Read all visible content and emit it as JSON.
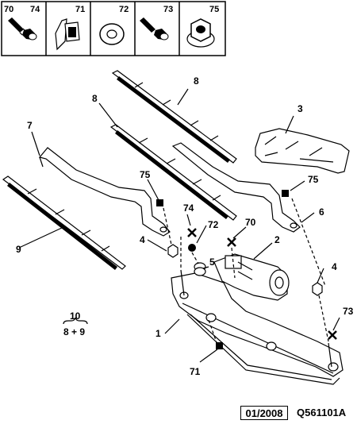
{
  "parts_table": {
    "cells": [
      {
        "a": "70",
        "b": "74",
        "icon": "bolt-icon"
      },
      {
        "a": "",
        "b": "71",
        "icon": "clip-nut-icon"
      },
      {
        "a": "",
        "b": "72",
        "icon": "washer-icon"
      },
      {
        "a": "",
        "b": "73",
        "icon": "bolt-icon"
      },
      {
        "a": "",
        "b": "75",
        "icon": "flange-nut-icon"
      }
    ]
  },
  "callouts": {
    "c1": "1",
    "c2": "2",
    "c3": "3",
    "c4a": "4",
    "c4b": "4",
    "c5": "5",
    "c6": "6",
    "c7": "7",
    "c8a": "8",
    "c8b": "8",
    "c9": "9",
    "c70": "70",
    "c71": "71",
    "c72": "72",
    "c73": "73",
    "c74": "74",
    "c75a": "75",
    "c75b": "75"
  },
  "kit_note": {
    "top": "10",
    "bottom": "8 + 9"
  },
  "footer": {
    "date": "01/2008",
    "ref": "Q561101A"
  }
}
